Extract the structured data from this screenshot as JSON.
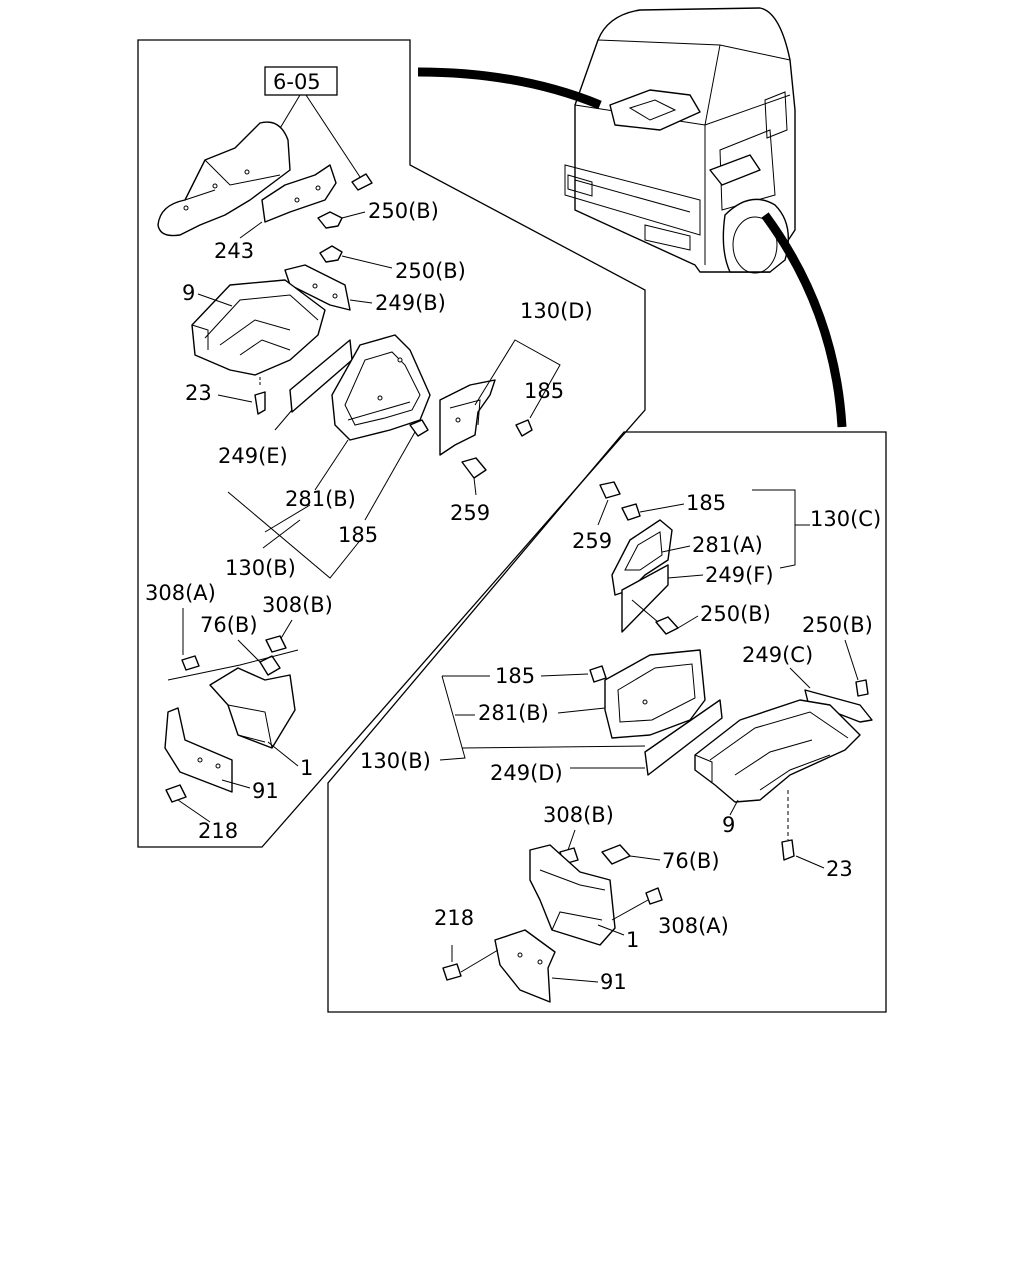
{
  "diagram": {
    "ref_box": "6-05",
    "left_panel": {
      "labels": {
        "p250b_1": "250(B)",
        "p243": "243",
        "p250b_2": "250(B)",
        "p9": "9",
        "p249b": "249(B)",
        "p130d": "130(D)",
        "p185a": "185",
        "p23": "23",
        "p249e": "249(E)",
        "p281b": "281(B)",
        "p259": "259",
        "p185b": "185",
        "p130b": "130(B)",
        "p308a": "308(A)",
        "p76b": "76(B)",
        "p308b": "308(B)",
        "p1": "1",
        "p91": "91",
        "p218": "218"
      }
    },
    "right_panel": {
      "labels": {
        "p185a": "185",
        "p259": "259",
        "p281a": "281(A)",
        "p130c": "130(C)",
        "p249f": "249(F)",
        "p250b_1": "250(B)",
        "p250b_2": "250(B)",
        "p249c": "249(C)",
        "p185b": "185",
        "p281b": "281(B)",
        "p130b": "130(B)",
        "p249d": "249(D)",
        "p9": "9",
        "p308b": "308(B)",
        "p76b": "76(B)",
        "p23": "23",
        "p218": "218",
        "p1": "1",
        "p308a": "308(A)",
        "p91": "91"
      }
    }
  }
}
